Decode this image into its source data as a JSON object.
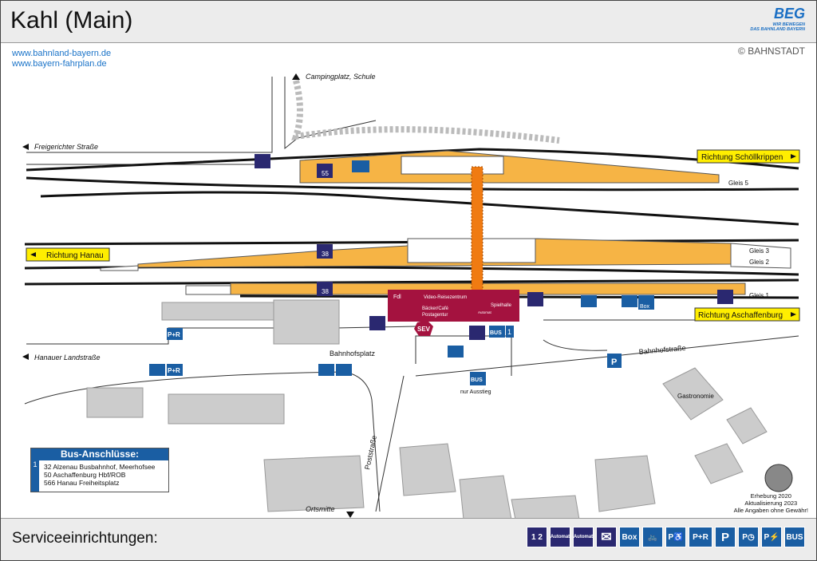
{
  "header": {
    "title": "Kahl (Main)",
    "links": [
      "www.bahnland-bayern.de",
      "www.bayern-fahrplan.de"
    ],
    "logo_text": "BEG",
    "logo_subline_1": "WIR BEWEGEN",
    "logo_subline_2": "DAS BAHNLAND BAYERN",
    "copyright": "© BAHNSTADT"
  },
  "map": {
    "street_campingplatz": "Campingplatz, Schule",
    "street_freigerichter": "Freigerichter Straße",
    "street_hanauer": "Hanauer Landstraße",
    "street_bahnhofsplatz": "Bahnhofsplatz",
    "street_bahnhofstrasse": "Bahnhofstraße",
    "street_poststrasse": "Poststraße",
    "street_ortsmitte": "Ortsmitte",
    "direction_schoellkrippen": "Richtung Schöllkrippen",
    "direction_hanau": "Richtung Hanau",
    "direction_aschaffenburg": "Richtung Aschaffenburg",
    "gleis_5": "Gleis 5",
    "gleis_3": "Gleis 3",
    "gleis_2": "Gleis 2",
    "gleis_1": "Gleis 1",
    "height_55": "55",
    "height_38a": "38",
    "height_38b": "38",
    "building_fdl": "Fdl",
    "building_video": "Video-Reisezentrum",
    "building_baecker": "Bäcker/Café",
    "building_postagentur": "Postagentur",
    "building_automat": "Automat",
    "building_spielhalle": "Spielhalle",
    "sev_label": "SEV",
    "bus_label_1": "BUS",
    "bus_label_2": "BUS",
    "bus_stop_number": "1",
    "nur_ausstieg": "nur Ausstieg",
    "gastronomie": "Gastronomie",
    "pr_label_1": "P+R",
    "pr_label_2": "P+R",
    "p_label": "P",
    "box_label": "Box"
  },
  "bus_box": {
    "title": "Bus-Anschlüsse:",
    "stop_number": "1",
    "lines": [
      "32 Alzenau Busbahnhof, Meerhofsee",
      "50 Aschaffenburg Hbf/ROB",
      "566 Hanau Freiheitsplatz"
    ]
  },
  "credits": {
    "line1": "Erhebung 2020",
    "line2": "Aktualisierung 2023",
    "line3": "Alle Angaben ohne Gewähr!"
  },
  "footer": {
    "title": "Serviceeinrichtungen:",
    "icons": [
      {
        "name": "ticket-machine-icon",
        "label": "1 2"
      },
      {
        "name": "fernverkehr-automat-icon",
        "label": "Automat"
      },
      {
        "name": "nahverkehr-automat-icon",
        "label": "Automat"
      },
      {
        "name": "post-icon",
        "label": "✉"
      },
      {
        "name": "bike-box-icon",
        "label": "Box"
      },
      {
        "name": "bike-parking-icon",
        "label": "🚲"
      },
      {
        "name": "disabled-parking-icon",
        "label": "P♿"
      },
      {
        "name": "park-ride-icon",
        "label": "P+R"
      },
      {
        "name": "parking-icon",
        "label": "P"
      },
      {
        "name": "short-term-parking-icon",
        "label": "P◷"
      },
      {
        "name": "ev-charging-parking-icon",
        "label": "P⚡"
      },
      {
        "name": "bus-icon",
        "label": "BUS"
      }
    ]
  },
  "colors": {
    "platform": "#f6b445",
    "building_red": "#a4123f",
    "bridge_orange": "#f07b12",
    "accent_blue": "#1a5ea3",
    "dark_blue": "#2a2870",
    "direction_yellow": "#ffee00",
    "building_gray": "#cccccc"
  }
}
